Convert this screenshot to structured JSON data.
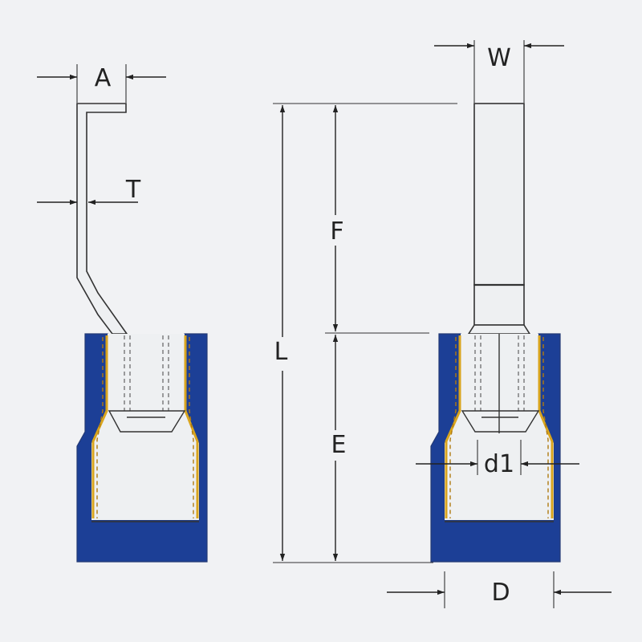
{
  "colors": {
    "background": "#f1f2f4",
    "insulation": "#1c3f96",
    "brass": "#d9a51e",
    "metal": "#eef0f2",
    "line": "#222222"
  },
  "labels": {
    "A": "A",
    "T": "T",
    "W": "W",
    "F": "F",
    "L": "L",
    "E": "E",
    "d1": "d1",
    "D": "D"
  }
}
